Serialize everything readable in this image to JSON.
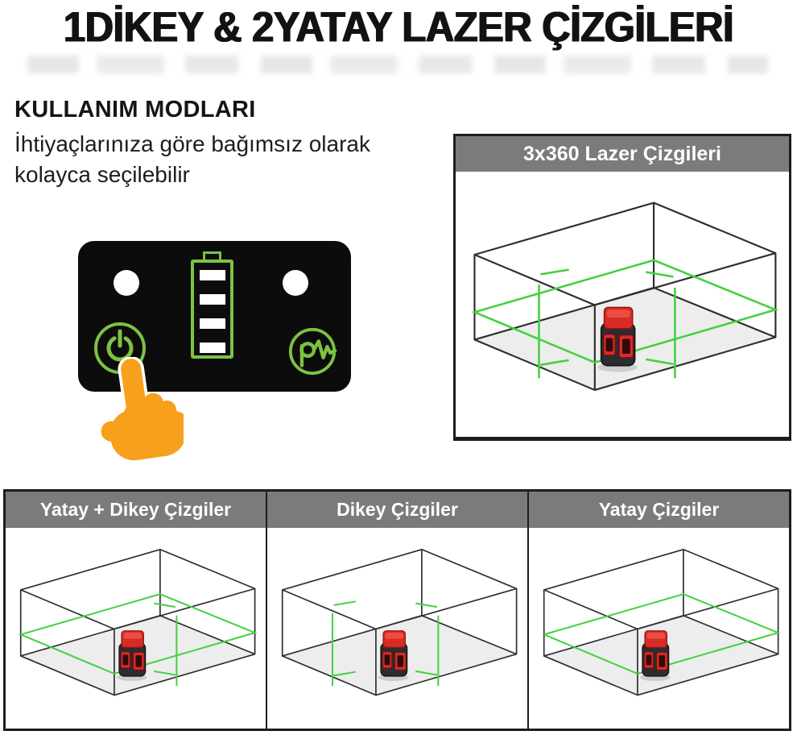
{
  "title": "1DİKEY & 2YATAY LAZER ÇİZGİLERİ",
  "intro": {
    "heading": "KULLANIM MODLARI",
    "line1": "İhtiyaçlarınıza göre bağımsız olarak",
    "line2": "kolayca seçilebilir"
  },
  "control_panel": {
    "icons": [
      "power-icon",
      "battery-icon",
      "pulse-mode-icon",
      "indicator-light",
      "pointing-hand-icon"
    ],
    "battery_bars": 4
  },
  "main_panel": {
    "label": "3x360 Lazer Çizgileri",
    "lasers": [
      "horizontal-360",
      "vertical-left",
      "vertical-right"
    ]
  },
  "mode_panels": [
    {
      "label": "Yatay + Dikey Çizgiler",
      "lasers": [
        "horizontal-360",
        "vertical-right"
      ]
    },
    {
      "label": "Dikey Çizgiler",
      "lasers": [
        "vertical-left",
        "vertical-right"
      ]
    },
    {
      "label": "Yatay Çizgiler",
      "lasers": [
        "horizontal-360"
      ]
    }
  ],
  "colors": {
    "laser_green": "#41d13d",
    "icon_green": "#7dc242",
    "hand_orange": "#f7a01c",
    "header_gray": "#7b7b7b",
    "device_red": "#d92b26"
  }
}
